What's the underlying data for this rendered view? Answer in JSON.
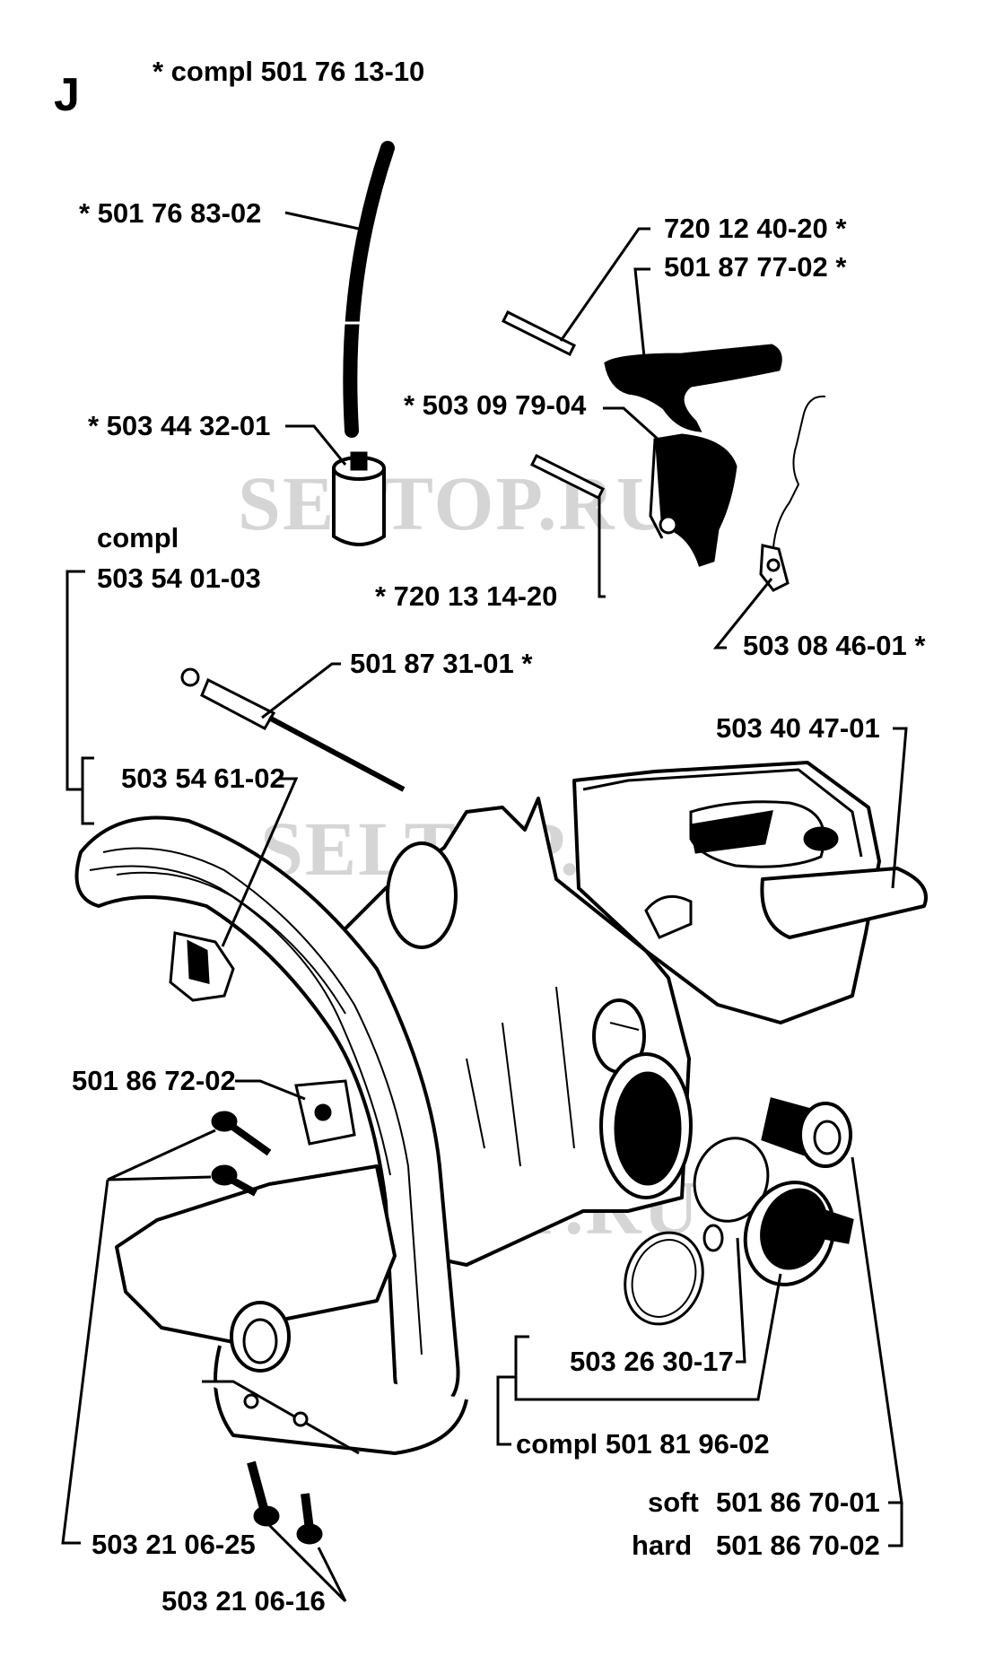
{
  "section_letter": "J",
  "header_label": "* compl 501 76 13-10",
  "watermark": "SELTOP.RU",
  "labels": {
    "fuel_hose": "* 501 76 83-02",
    "filter": "* 503 44 32-01",
    "pin_top": "720 12 40-20 *",
    "throttle_lock": "501 87 77-02 *",
    "throttle_trigger": "* 503 09 79-04",
    "pin_lower": "* 720 13 14-20",
    "spring": "503 08 46-01 *",
    "compl_word": "compl",
    "compl_number": "503 54 01-03",
    "vent_valve": "501 87 31-01 *",
    "handle_bar": "503 54 61-02",
    "rear_handle": "503 40 47-01",
    "bracket": "501 86 72-02",
    "oring": "503 26 30-17",
    "cap_compl": "compl 501 81 96-02",
    "soft_word": "soft",
    "damper_soft": "501 86 70-01",
    "hard_word": "hard",
    "damper_hard": "501 86 70-02",
    "screw_25": "503 21 06-25",
    "screw_16": "503 21 06-16"
  }
}
